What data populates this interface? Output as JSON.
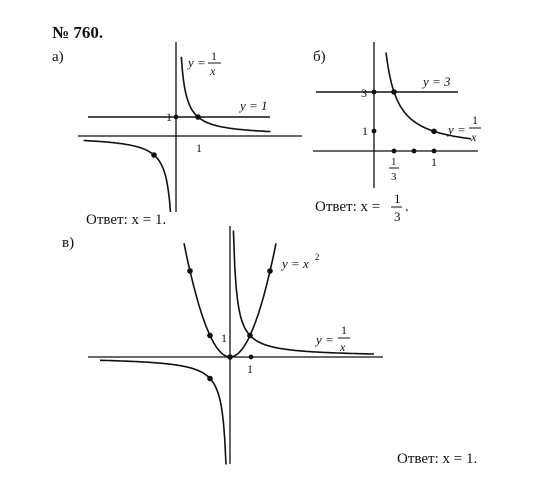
{
  "problem": {
    "number": "№ 760."
  },
  "part_a": {
    "label": "а)",
    "answer": "Ответ: x = 1.",
    "curve_hyperbola": {
      "y": "y =",
      "num": "1",
      "den": "x"
    },
    "curve_line": "y = 1",
    "tick_y": "1",
    "tick_x": "1"
  },
  "part_b": {
    "label": "б)",
    "answer_prefix": "Ответ:  x =",
    "answer_num": "1",
    "answer_den": "3",
    "answer_end": ".",
    "curve_line": "y = 3",
    "curve_hyperbola": {
      "y": "y =",
      "num": "1",
      "den": "x"
    },
    "tick_y3": "3",
    "tick_y1": "1",
    "tick_x_num": "1",
    "tick_x_den": "3",
    "tick_x1": "1"
  },
  "part_c": {
    "label": "в)",
    "answer": "Ответ: x = 1.",
    "curve_parabola": {
      "y": "y = x",
      "exp": "2"
    },
    "curve_hyperbola": {
      "y": "y =",
      "num": "1",
      "den": "x"
    },
    "tick_y": "1",
    "tick_x": "1"
  },
  "chart_data": [
    {
      "type": "line",
      "panel": "а)",
      "series": [
        {
          "name": "y = 1/x",
          "function": "1/x"
        },
        {
          "name": "y = 1",
          "function": "1"
        }
      ],
      "marked_points": [
        [
          1,
          1
        ],
        [
          -1,
          -1
        ]
      ],
      "ticks": {
        "x": [
          1
        ],
        "y": [
          1
        ]
      }
    },
    {
      "type": "line",
      "panel": "б)",
      "series": [
        {
          "name": "y = 1/x",
          "function": "1/x",
          "x_domain": "x > 0"
        },
        {
          "name": "y = 3",
          "function": "3"
        }
      ],
      "marked_points": [
        [
          0.3333,
          3
        ],
        [
          1,
          1
        ],
        [
          0,
          1
        ],
        [
          0.3333,
          0
        ],
        [
          0.6667,
          0
        ],
        [
          1,
          0
        ]
      ],
      "ticks": {
        "x": [
          "1/3",
          "1"
        ],
        "y": [
          1,
          3
        ]
      }
    },
    {
      "type": "line",
      "panel": "в)",
      "series": [
        {
          "name": "y = x^2",
          "function": "x^2"
        },
        {
          "name": "y = 1/x",
          "function": "1/x"
        }
      ],
      "marked_points": [
        [
          -2,
          4
        ],
        [
          -1,
          1
        ],
        [
          0,
          0
        ],
        [
          1,
          1
        ],
        [
          2,
          4
        ],
        [
          -1,
          -1
        ]
      ],
      "ticks": {
        "x": [
          1
        ],
        "y": [
          1
        ]
      }
    }
  ]
}
